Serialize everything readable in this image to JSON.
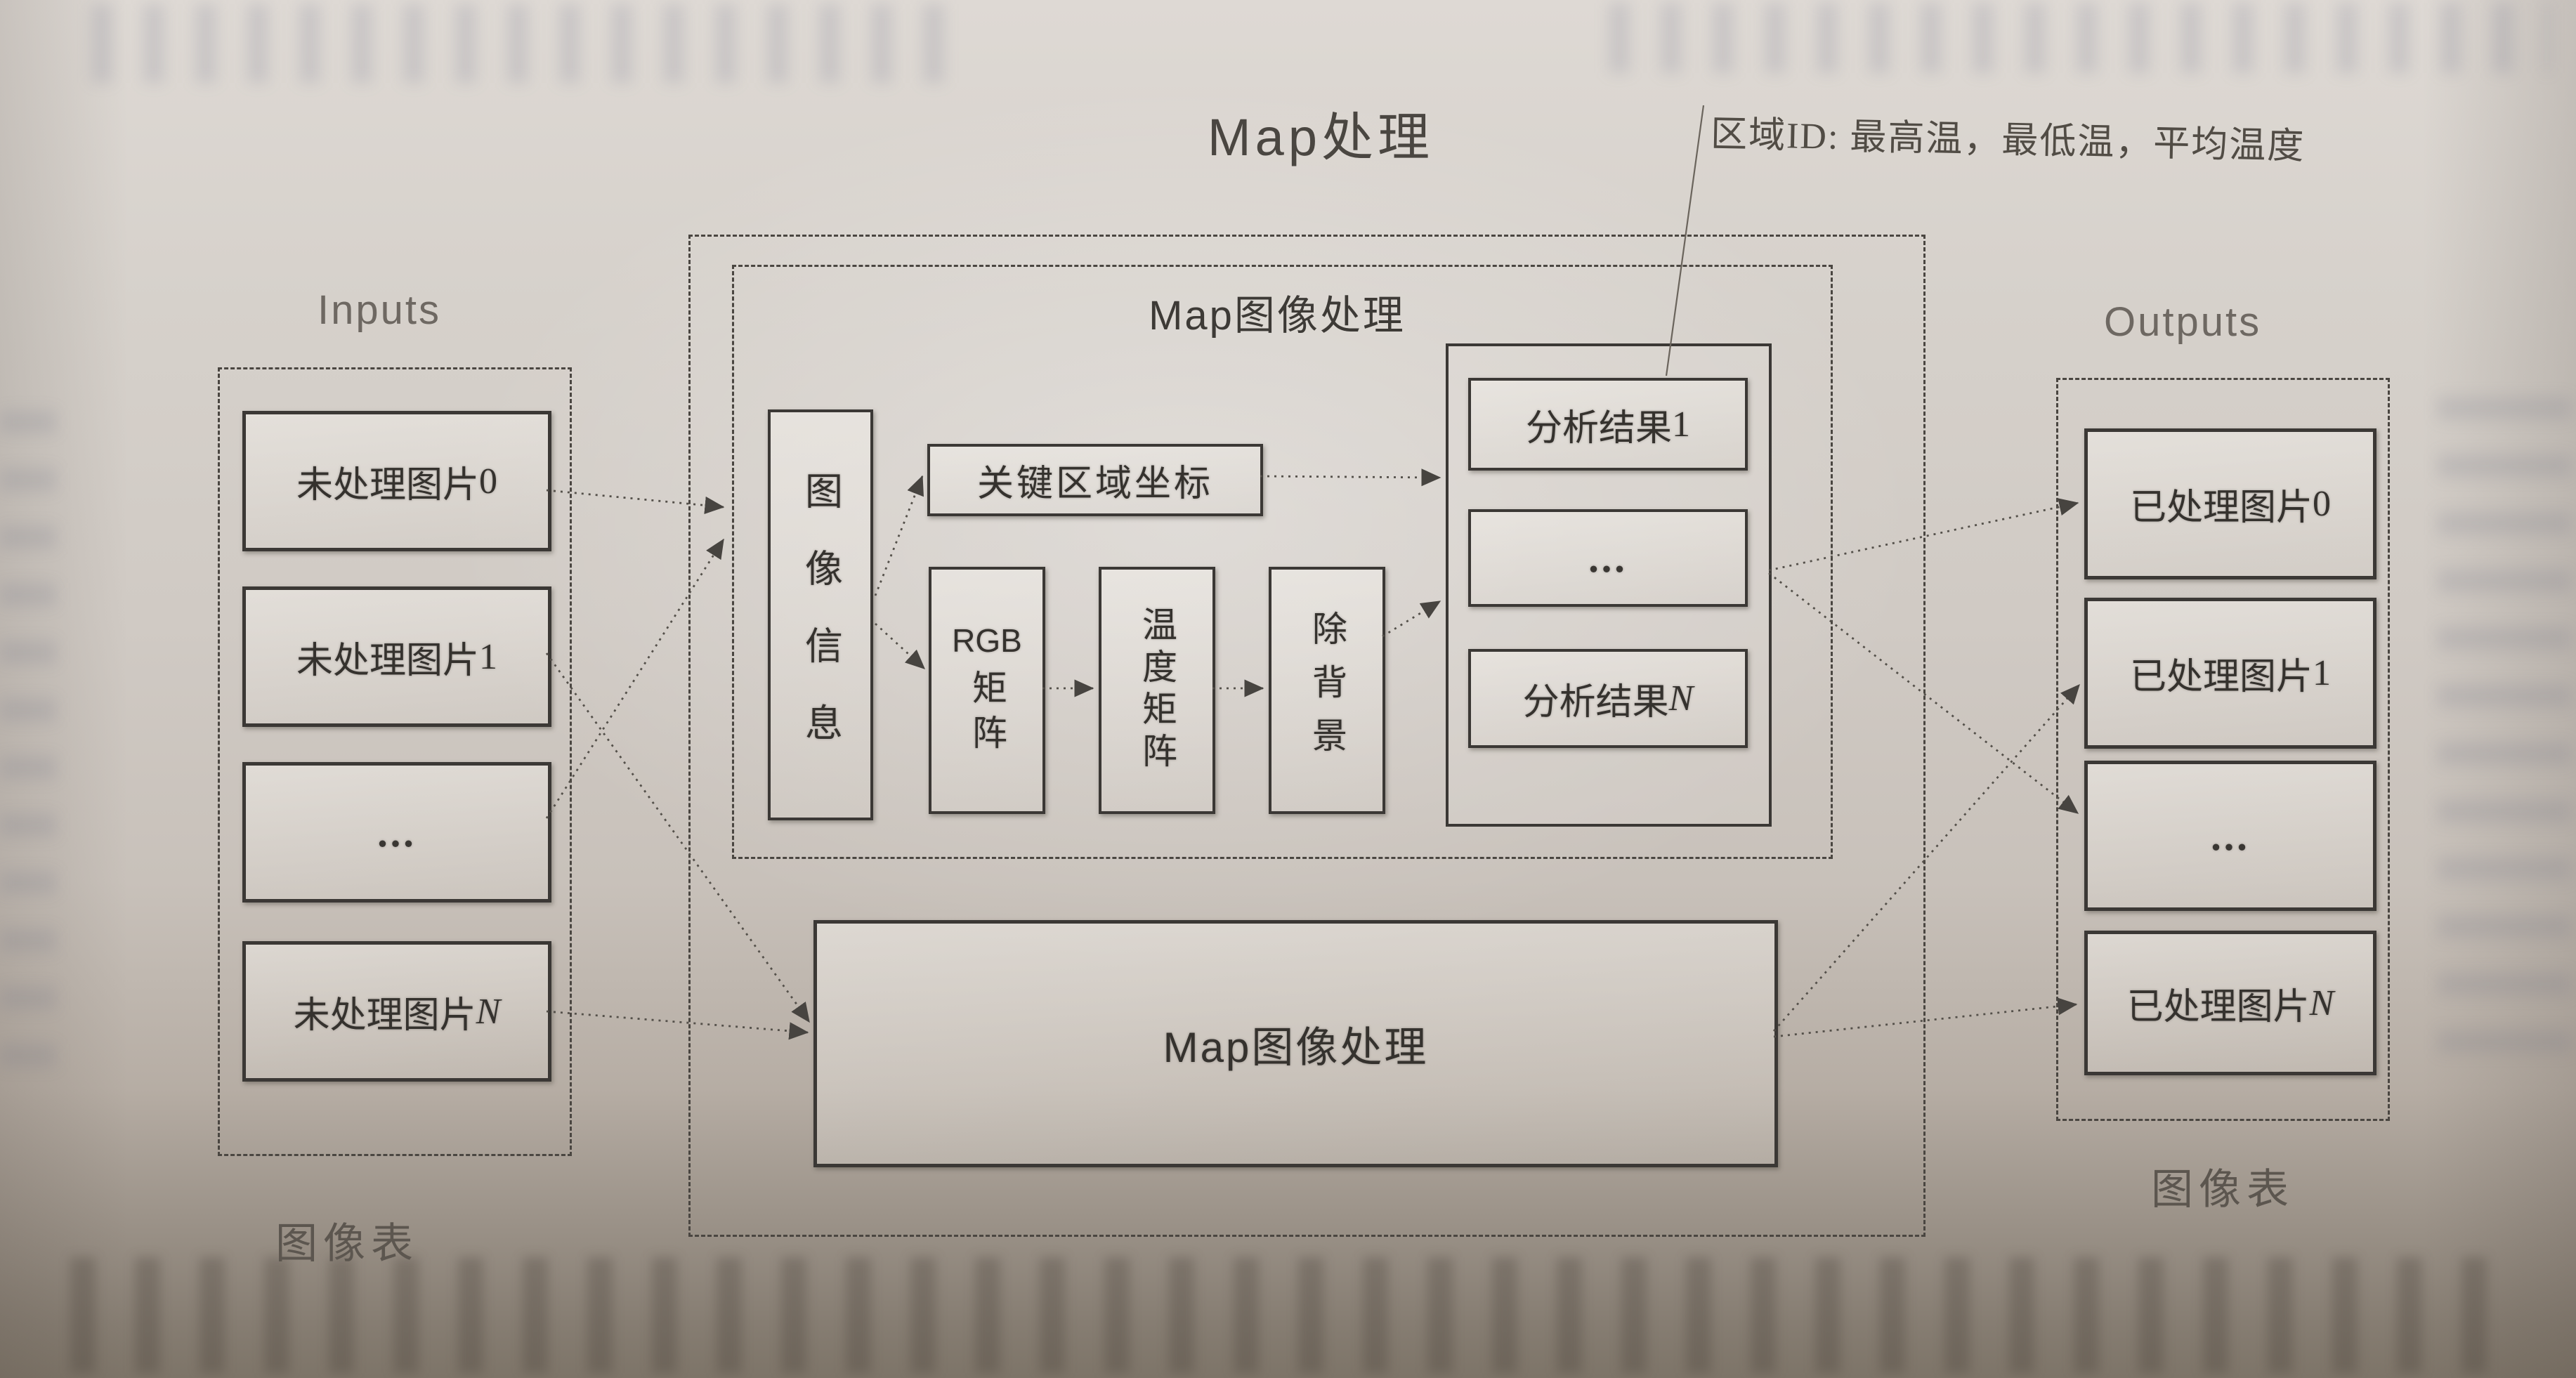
{
  "figure": {
    "title": "Map处理",
    "annotation": "区域ID: 最高温，最低温，平均温度",
    "inputs": {
      "label": "Inputs",
      "table_label": "图像表",
      "items": [
        {
          "prefix": "未处理图片",
          "suffix": "0"
        },
        {
          "prefix": "未处理图片",
          "suffix": "1"
        },
        {
          "prefix": "...",
          "suffix": ""
        },
        {
          "prefix": "未处理图片",
          "suffix": "N"
        }
      ]
    },
    "map_stage": {
      "inner_title": "Map图像处理",
      "image_info": "图像信息",
      "key_region": "关键区域坐标",
      "rgb_label": "RGB",
      "rgb_matrix": "矩阵",
      "temp_matrix": "温度矩阵",
      "remove_bg": "除背景",
      "results": [
        {
          "prefix": "分析结果",
          "suffix": "1"
        },
        {
          "prefix": "...",
          "suffix": ""
        },
        {
          "prefix": "分析结果",
          "suffix": "N"
        }
      ],
      "map_box": "Map图像处理"
    },
    "outputs": {
      "label": "Outputs",
      "table_label": "图像表",
      "items": [
        {
          "prefix": "已处理图片",
          "suffix": "0"
        },
        {
          "prefix": "已处理图片",
          "suffix": "1"
        },
        {
          "prefix": "...",
          "suffix": ""
        },
        {
          "prefix": "已处理图片",
          "suffix": "N"
        }
      ]
    },
    "colors": {
      "paper": "#cfc9c3",
      "ink": "#3b3835",
      "muted": "#6b655e"
    }
  }
}
